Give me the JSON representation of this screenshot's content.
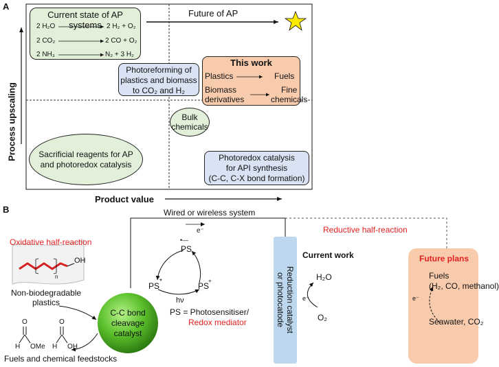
{
  "panel_a": {
    "label": "A",
    "y_axis_label": "Process upscaling",
    "x_axis_label": "Product value",
    "current_state": {
      "title": "Current state of AP systems",
      "rows": [
        {
          "left": "2 H₂O",
          "right": "2 H₂ + O₂"
        },
        {
          "left": "2 CO₂",
          "right": "2 CO + O₂"
        },
        {
          "left": "2 NH₃",
          "right": "N₂ + 3 H₂"
        }
      ]
    },
    "future_label": "Future of AP",
    "photoreforming": [
      "Photoreforming of",
      "plastics and biomass",
      "to CO₂ and H₂"
    ],
    "this_work": {
      "title": "This work",
      "row1_left": "Plastics",
      "row1_right": "Fuels",
      "row2_left": [
        "Biomass",
        "derivatives"
      ],
      "row2_right": [
        "Fine",
        "chemicals"
      ]
    },
    "bulk": [
      "Bulk",
      "chemicals"
    ],
    "sacrificial": [
      "Sacrificial reagents for AP",
      "and photoredox catalysis"
    ],
    "api": [
      "Photoredox catalysis",
      "for API synthesis",
      "(C-C, C-X bond formation)"
    ]
  },
  "panel_b": {
    "label": "B",
    "wired": "Wired or wireless system",
    "electron": "e⁻",
    "reductive": "Reductive half-reaction",
    "oxidative": "Oxidative half-reaction",
    "plastics": [
      "Non-biodegradable",
      "plastics"
    ],
    "oh": "OH",
    "n": "n",
    "cc_catalyst": [
      "C-C bond",
      "cleavage",
      "catalyst"
    ],
    "ps_top": "PS",
    "ps_left": "PS",
    "ps_right": "PS",
    "hv": "hν",
    "ps_def_black": "PS = Photosensitiser/",
    "ps_def_red": "Redox mediator",
    "reduction_catalyst": [
      "Reduction catalyst",
      "or photocatode"
    ],
    "current_work": "Current work",
    "h2o": "H₂O",
    "o2": "O₂",
    "future_plans": "Future plans",
    "fuels": [
      "Fuels",
      "(H₂, CO, methanol)"
    ],
    "seawater": "Seawater, CO₂",
    "feedstocks": "Fuels and chemical feedstocks",
    "ome": "OMe",
    "h_left": "H",
    "h_right": "H",
    "o_left": "O",
    "o_right": "O",
    "oh_small": "OH"
  },
  "colors": {
    "green": "#e2efd9",
    "blue": "#dae3f3",
    "orange": "#f8cbad",
    "red": "#e02020",
    "column": "#bdd7ee"
  }
}
